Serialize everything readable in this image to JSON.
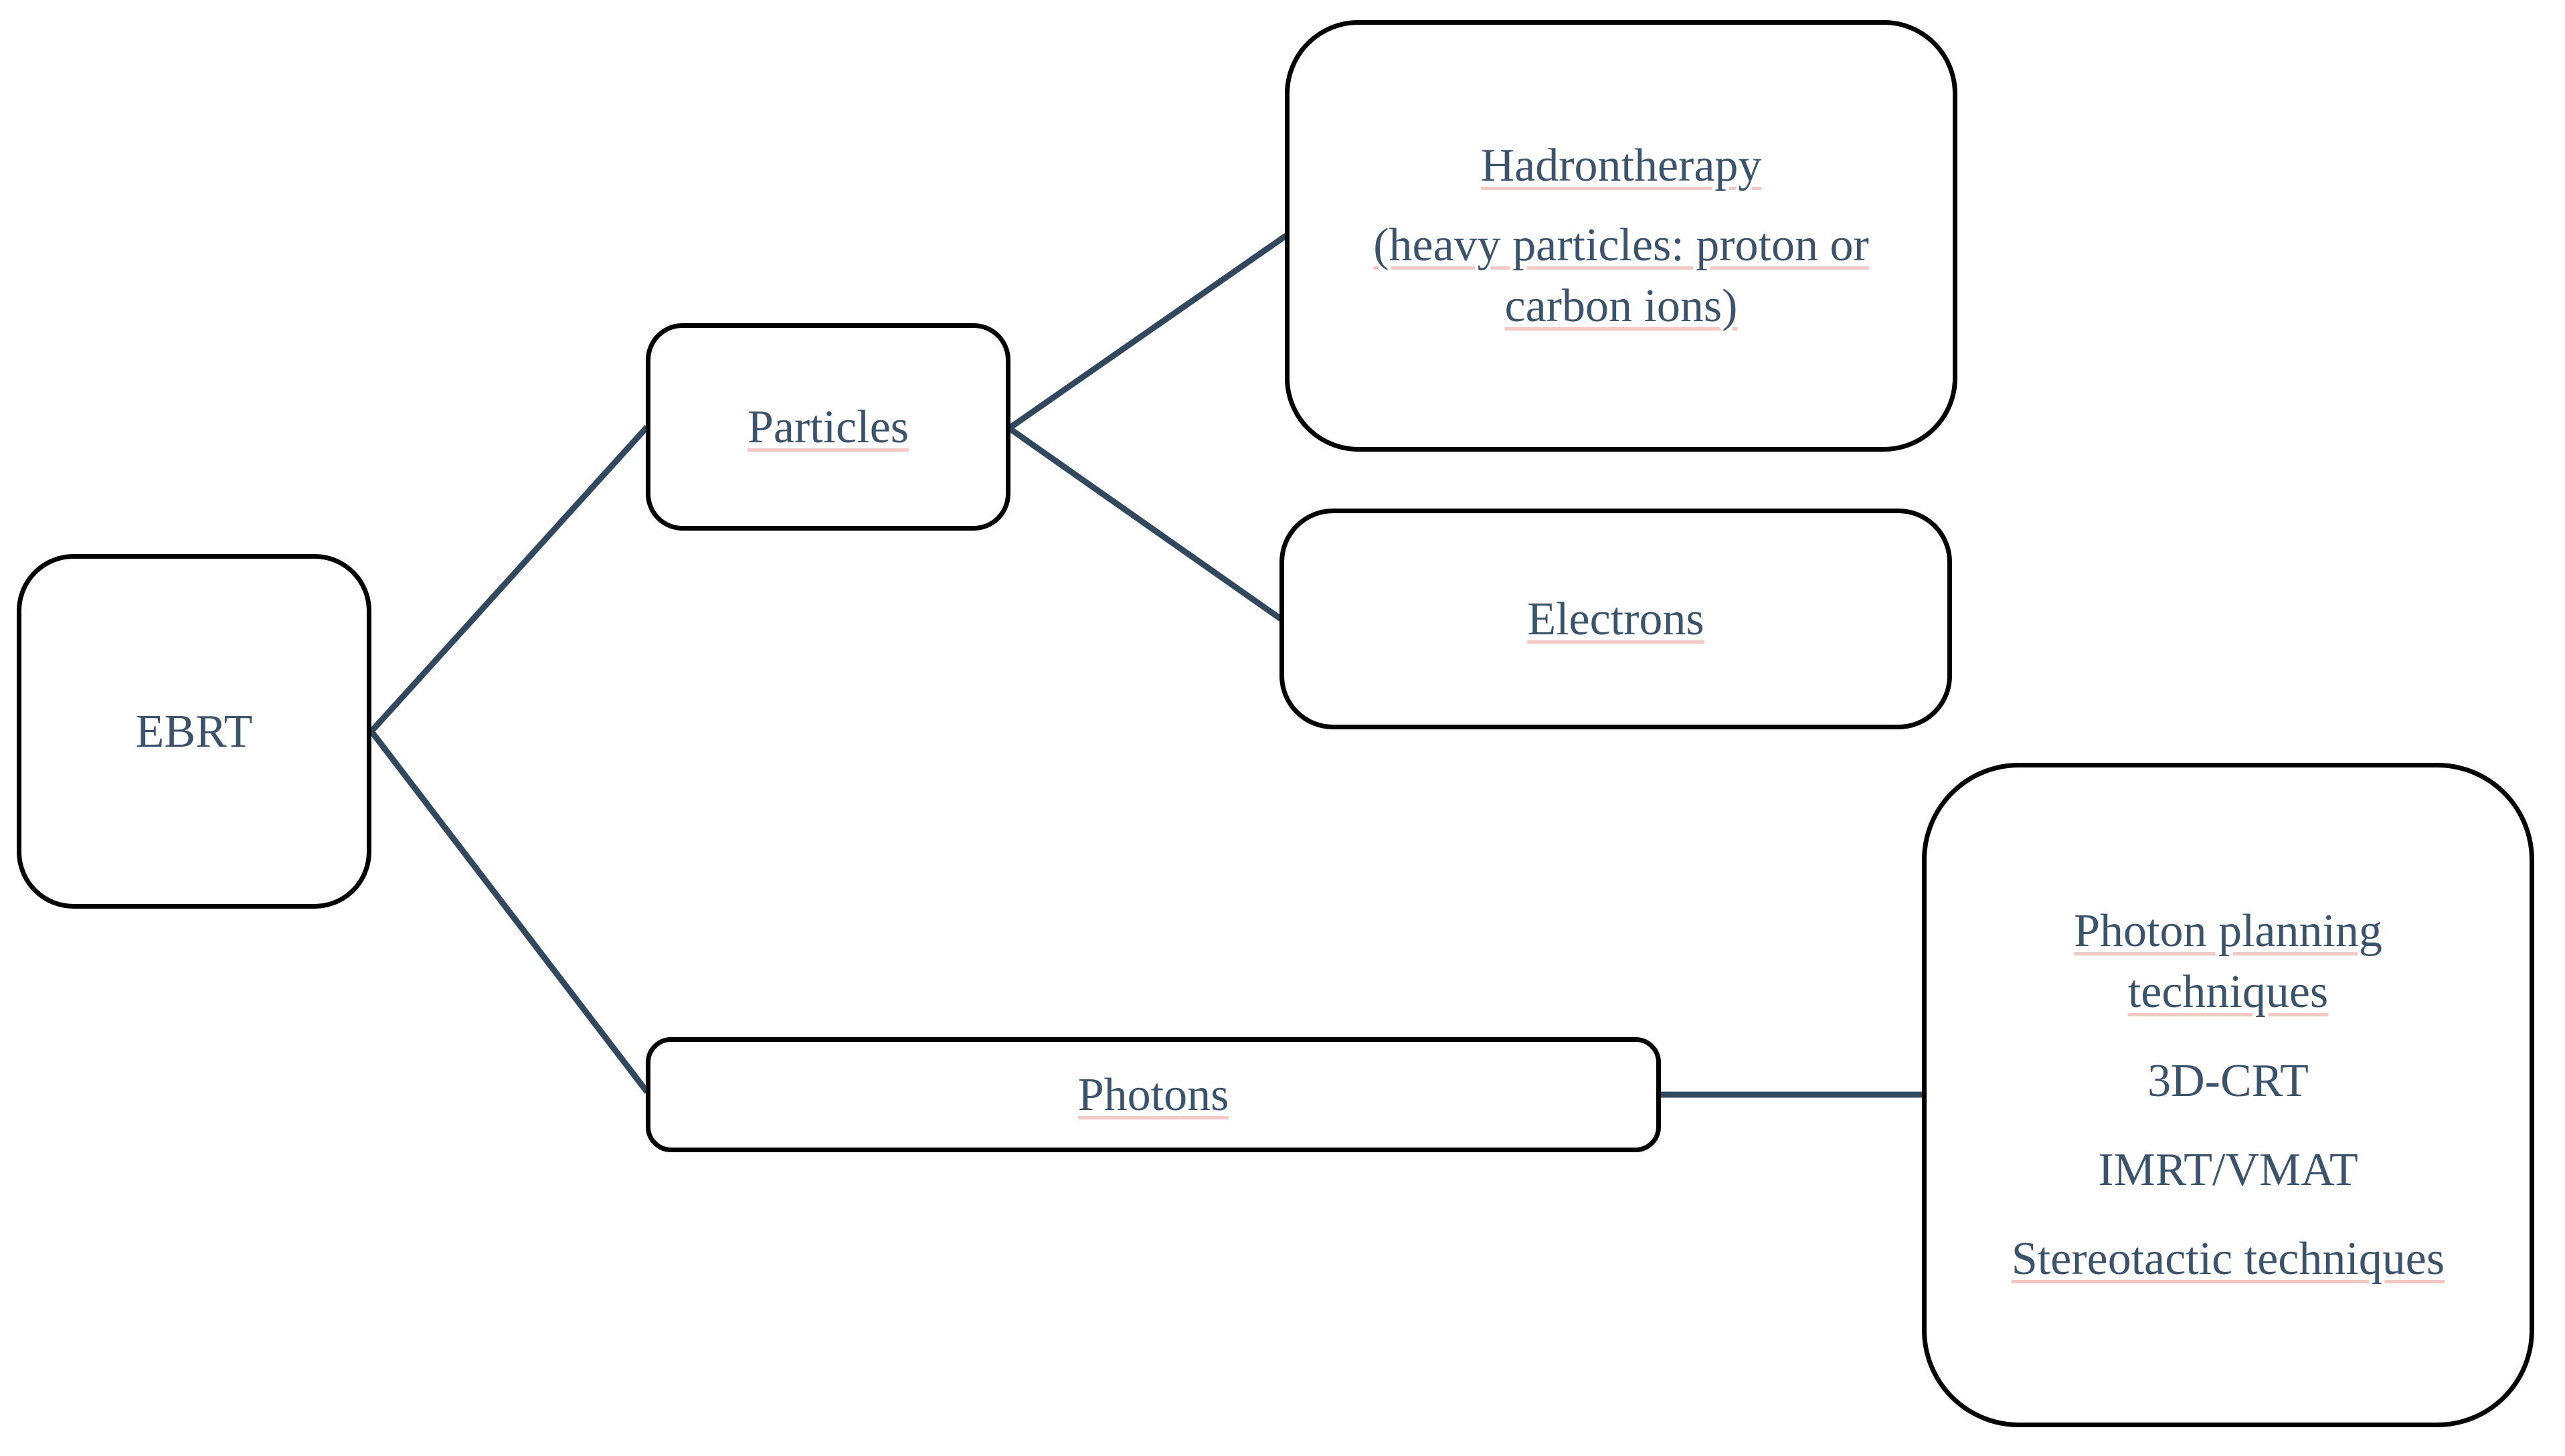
{
  "diagram": {
    "nodes": {
      "ebrt": {
        "label": "EBRT"
      },
      "particles": {
        "label": "Particles"
      },
      "hadrontherapy": {
        "title": "Hadrontherapy",
        "subtitle": "(heavy particles: proton or carbon ions)"
      },
      "electrons": {
        "label": "Electrons"
      },
      "photons": {
        "label": "Photons"
      },
      "photon_planning": {
        "lines": [
          "Photon planning techniques",
          "3D-CRT",
          "IMRT/VMAT",
          "Stereotactic techniques"
        ]
      }
    },
    "edges": [
      {
        "from": "EBRT",
        "to": "Particles"
      },
      {
        "from": "EBRT",
        "to": "Photons"
      },
      {
        "from": "Particles",
        "to": "Hadrontherapy"
      },
      {
        "from": "Particles",
        "to": "Electrons"
      },
      {
        "from": "Photons",
        "to": "Photon planning techniques"
      }
    ],
    "colors": {
      "text": "#3c536c",
      "connector": "#31485e",
      "border": "#000000",
      "underline": "#f6c8c4",
      "background": "#ffffff"
    }
  }
}
